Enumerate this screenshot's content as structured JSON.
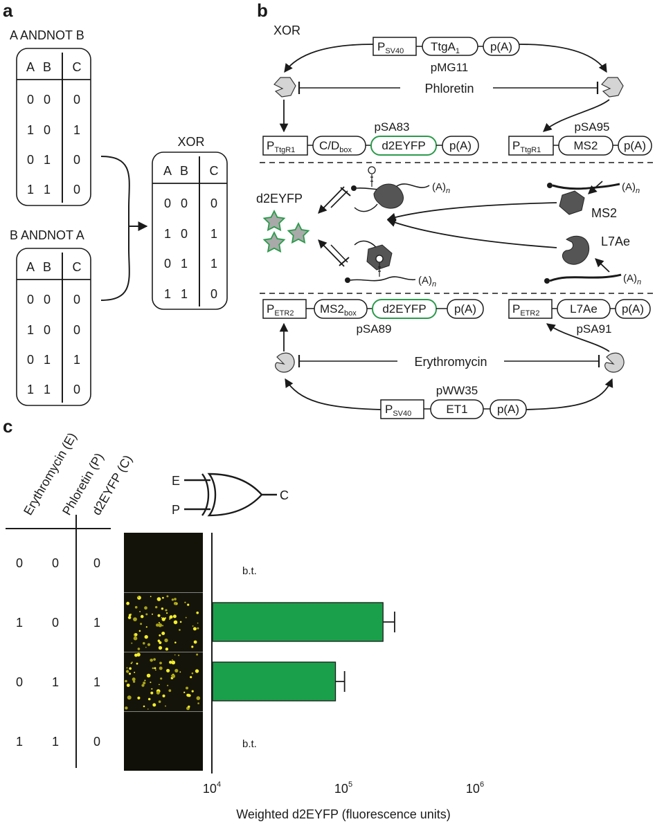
{
  "panel_a": {
    "label": "a",
    "table1": {
      "title": "A ANDNOT B",
      "headers": [
        "A",
        "B",
        "C"
      ],
      "rows": [
        [
          "0",
          "0",
          "0"
        ],
        [
          "1",
          "0",
          "1"
        ],
        [
          "0",
          "1",
          "0"
        ],
        [
          "1",
          "1",
          "0"
        ]
      ]
    },
    "table2": {
      "title": "B ANDNOT A",
      "headers": [
        "A",
        "B",
        "C"
      ],
      "rows": [
        [
          "0",
          "0",
          "0"
        ],
        [
          "1",
          "0",
          "0"
        ],
        [
          "0",
          "1",
          "1"
        ],
        [
          "1",
          "1",
          "0"
        ]
      ]
    },
    "table3": {
      "title": "XOR",
      "headers": [
        "A",
        "B",
        "C"
      ],
      "rows": [
        [
          "0",
          "0",
          "0"
        ],
        [
          "1",
          "0",
          "1"
        ],
        [
          "0",
          "1",
          "1"
        ],
        [
          "1",
          "1",
          "0"
        ]
      ]
    }
  },
  "panel_b": {
    "label": "b",
    "title": "XOR",
    "plasmid_top": {
      "name": "pMG11",
      "promoter": "P",
      "promoter_sub": "SV40",
      "gene": "TtgA",
      "gene_sub": "1",
      "polyA": "p(A)"
    },
    "inducer_top": "Phloretin",
    "plasmid_sa83": {
      "name": "pSA83",
      "promoter": "P",
      "promoter_sub": "TtgR1",
      "box": "C/D",
      "box_sub": "box",
      "reporter": "d2EYFP",
      "polyA": "p(A)"
    },
    "plasmid_sa95": {
      "name": "pSA95",
      "promoter": "P",
      "promoter_sub": "TtgR1",
      "gene": "MS2",
      "polyA": "p(A)"
    },
    "mrna_tail": "(A)",
    "mrna_tail_sub": "n",
    "reporter_label": "d2EYFP",
    "protein_ms2": "MS2",
    "protein_l7ae": "L7Ae",
    "plasmid_sa89": {
      "name": "pSA89",
      "promoter": "P",
      "promoter_sub": "ETR2",
      "box": "MS2",
      "box_sub": "box",
      "reporter": "d2EYFP",
      "polyA": "p(A)"
    },
    "plasmid_sa91": {
      "name": "pSA91",
      "promoter": "P",
      "promoter_sub": "ETR2",
      "gene": "L7Ae",
      "polyA": "p(A)"
    },
    "inducer_bottom": "Erythromycin",
    "plasmid_bottom": {
      "name": "pWW35",
      "promoter": "P",
      "promoter_sub": "SV40",
      "gene": "ET1",
      "polyA": "p(A)"
    }
  },
  "panel_c": {
    "label": "c",
    "column_headers": [
      "Erythromycin (E)",
      "Phloretin (P)",
      "d2EYFP (C)"
    ],
    "rows": [
      [
        "0",
        "0",
        "0"
      ],
      [
        "1",
        "0",
        "1"
      ],
      [
        "0",
        "1",
        "1"
      ],
      [
        "1",
        "1",
        "0"
      ]
    ],
    "gate_inputs": [
      "E",
      "P"
    ],
    "gate_output": "C",
    "below_threshold_label": "b.t.",
    "colors": {
      "bar": "#1aa04a",
      "star": "#a9a9a9",
      "star_outline": "#2a9a4a",
      "gfp_green": "#2a9a4a"
    }
  },
  "chart_data": {
    "type": "bar",
    "orientation": "horizontal",
    "categories": [
      "E=0 P=0",
      "E=1 P=0",
      "E=0 P=1",
      "E=1 P=1"
    ],
    "values": [
      null,
      200000,
      87000,
      null
    ],
    "errors": [
      null,
      45000,
      15000,
      null
    ],
    "annotations": [
      "b.t.",
      "",
      "",
      "b.t."
    ],
    "xlabel": "Weighted d2EYFP (fluorescence units)",
    "xscale": "log",
    "xlim": [
      10000,
      1000000
    ],
    "xticks": [
      {
        "base": "10",
        "exp": "4"
      },
      {
        "base": "10",
        "exp": "5"
      },
      {
        "base": "10",
        "exp": "6"
      }
    ],
    "color": "#1aa04a"
  }
}
